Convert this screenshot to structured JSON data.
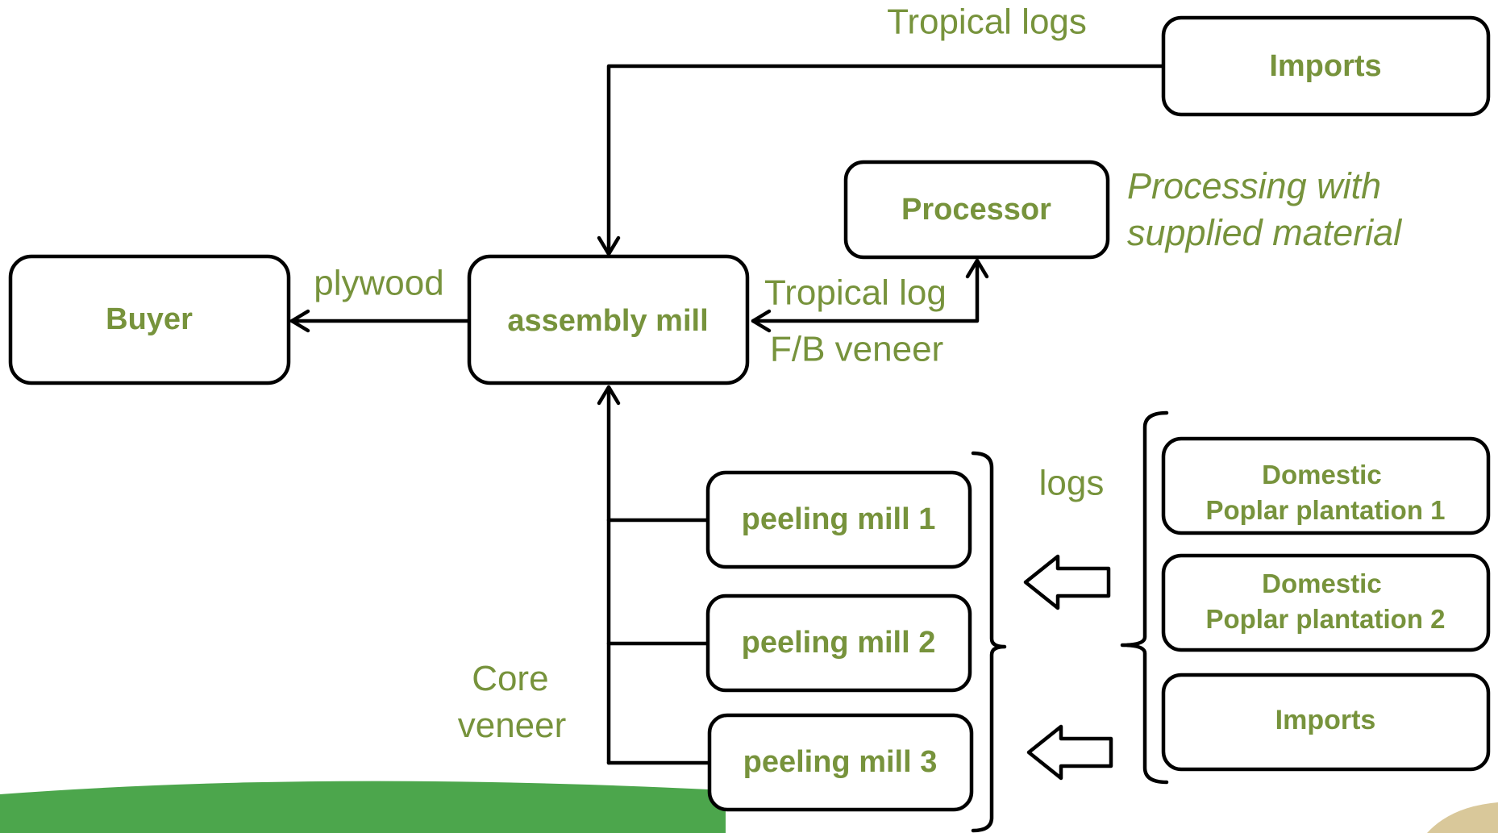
{
  "nodes": {
    "imports_top": "Imports",
    "processor": "Processor",
    "buyer": "Buyer",
    "assembly_mill": "assembly mill",
    "peeling_mill_1": "peeling mill 1",
    "peeling_mill_2": "peeling mill 2",
    "peeling_mill_3": "peeling mill 3",
    "domestic_1": [
      "Domestic",
      "Poplar plantation 1"
    ],
    "domestic_2": [
      "Domestic",
      "Poplar plantation 2"
    ],
    "imports_bottom": "Imports"
  },
  "edge_labels": {
    "tropical_logs": "Tropical logs",
    "plywood": "plywood",
    "tropical_log": "Tropical log",
    "fb_veneer": "F/B veneer",
    "logs": "logs",
    "core_veneer": [
      "Core",
      "veneer"
    ]
  },
  "note": [
    "Processing with",
    "supplied material"
  ],
  "colors": {
    "label": "#77933c",
    "outline": "#000000",
    "footer_green": "#4ca64c"
  }
}
